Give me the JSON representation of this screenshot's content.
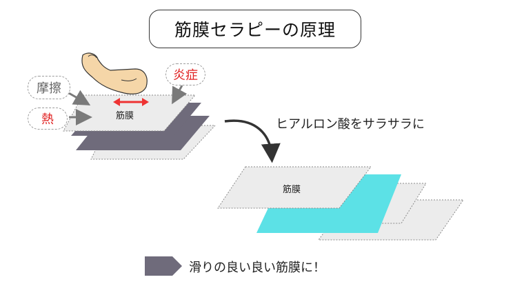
{
  "title": "筋膜セラピーの原理",
  "labels": {
    "friction": "摩擦",
    "heat": "熱",
    "inflammation": "炎症",
    "fascia_top": "筋膜",
    "fascia_bottom": "筋膜",
    "hyaluronic": "ヒアルロン酸をサラサラに",
    "result": "滑りの良い良い筋膜に！"
  },
  "colors": {
    "sheet_fill": "#ececec",
    "dark_layer": "#6f6b7b",
    "cyan_layer": "#5ce1e6",
    "label_red": "#e02020",
    "arrow_grey": "#7a7a7a",
    "double_arrow": "#ee3333",
    "skin": "#f5d6a8"
  },
  "icons": [
    "arm-icon",
    "double-arrow-icon",
    "curved-arrow-icon",
    "pentagon-arrow-icon"
  ]
}
